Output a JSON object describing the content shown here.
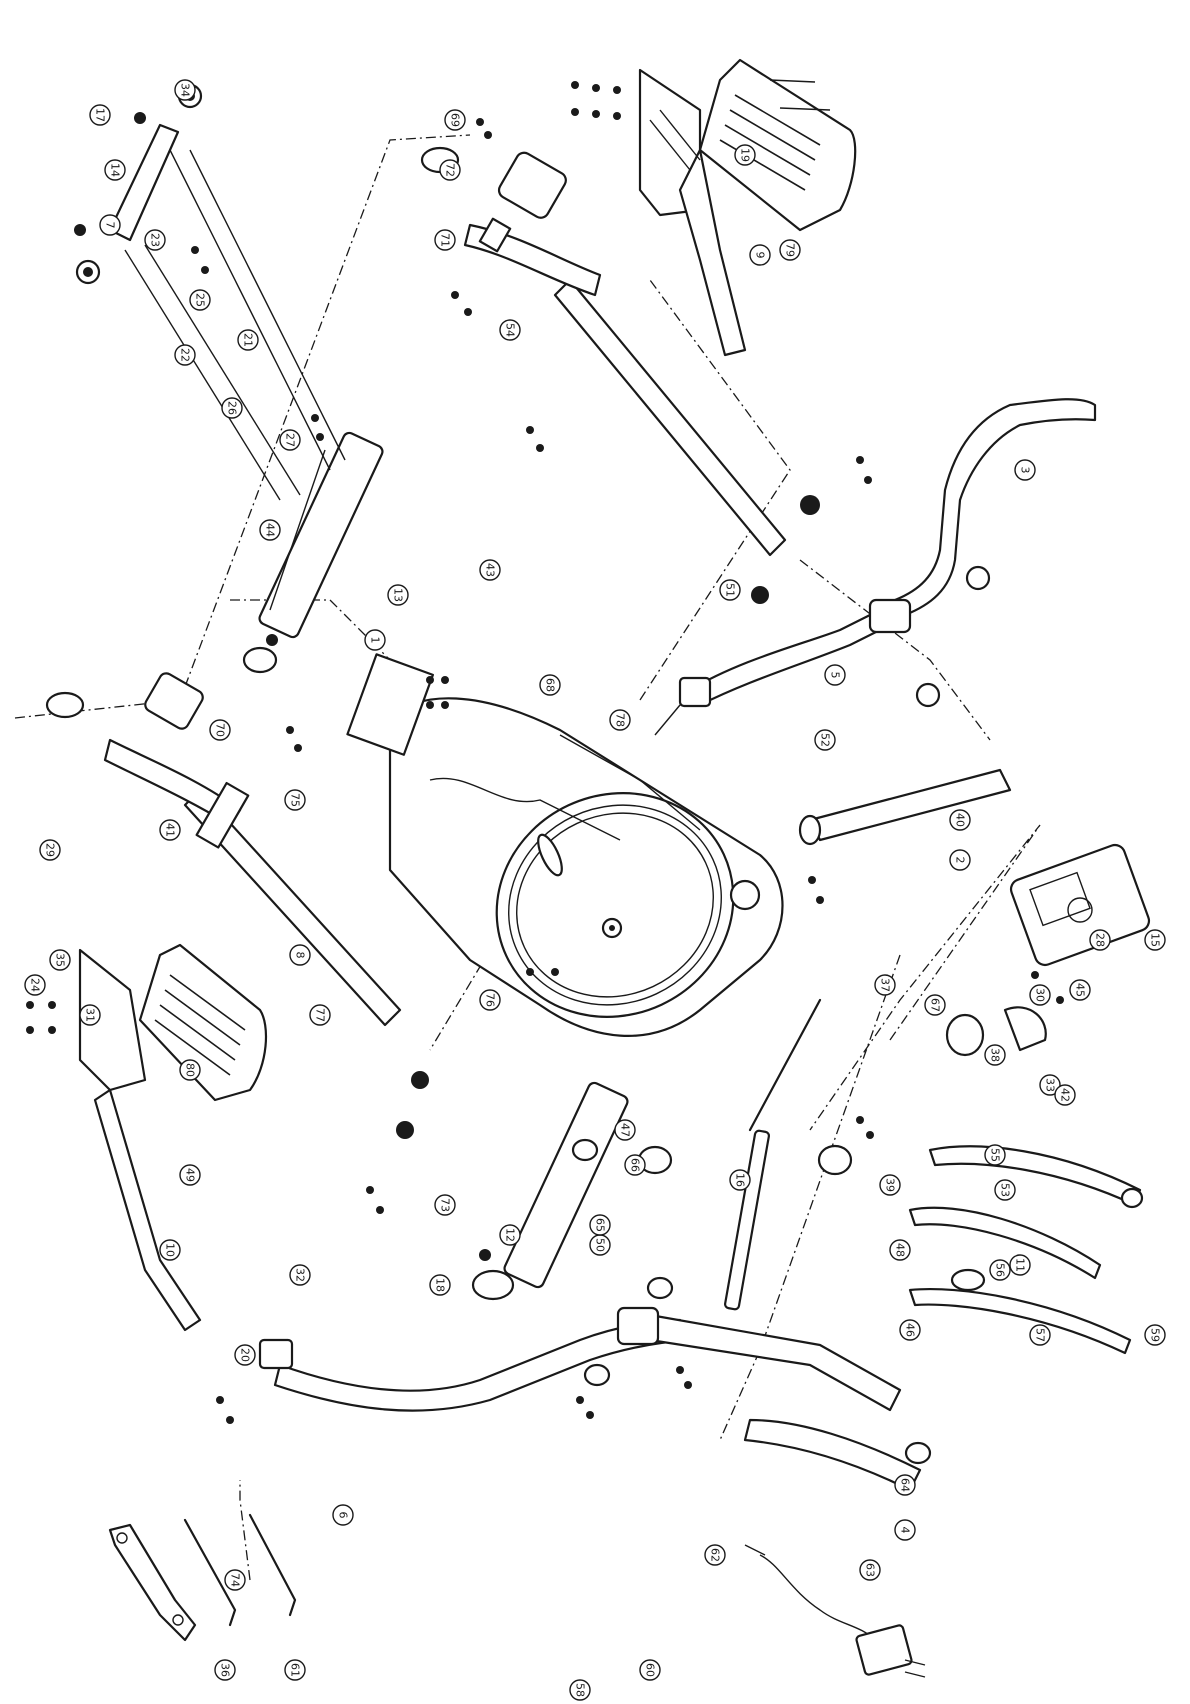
{
  "diagram": {
    "type": "exploded-parts-diagram",
    "orientation": "rotated-90-clockwise",
    "line_color": "#1a1a1a",
    "background_color": "#ffffff",
    "callouts": [
      "1",
      "2",
      "3",
      "4",
      "5",
      "6",
      "7",
      "8",
      "9",
      "10",
      "11",
      "12",
      "13",
      "14",
      "15",
      "16",
      "17",
      "18",
      "19",
      "20",
      "21",
      "22",
      "23",
      "24",
      "25",
      "26",
      "27",
      "28",
      "29",
      "30",
      "31",
      "32",
      "33",
      "34",
      "35",
      "36",
      "37",
      "38",
      "39",
      "40",
      "41",
      "42",
      "43",
      "44",
      "45",
      "46",
      "47",
      "48",
      "49",
      "50",
      "51",
      "52",
      "53",
      "54",
      "55",
      "56",
      "57",
      "58",
      "59",
      "60",
      "61",
      "62",
      "63",
      "64",
      "65",
      "66",
      "67",
      "68",
      "69",
      "70",
      "71",
      "72",
      "73",
      "74",
      "75",
      "76",
      "77",
      "78",
      "79",
      "80"
    ]
  }
}
